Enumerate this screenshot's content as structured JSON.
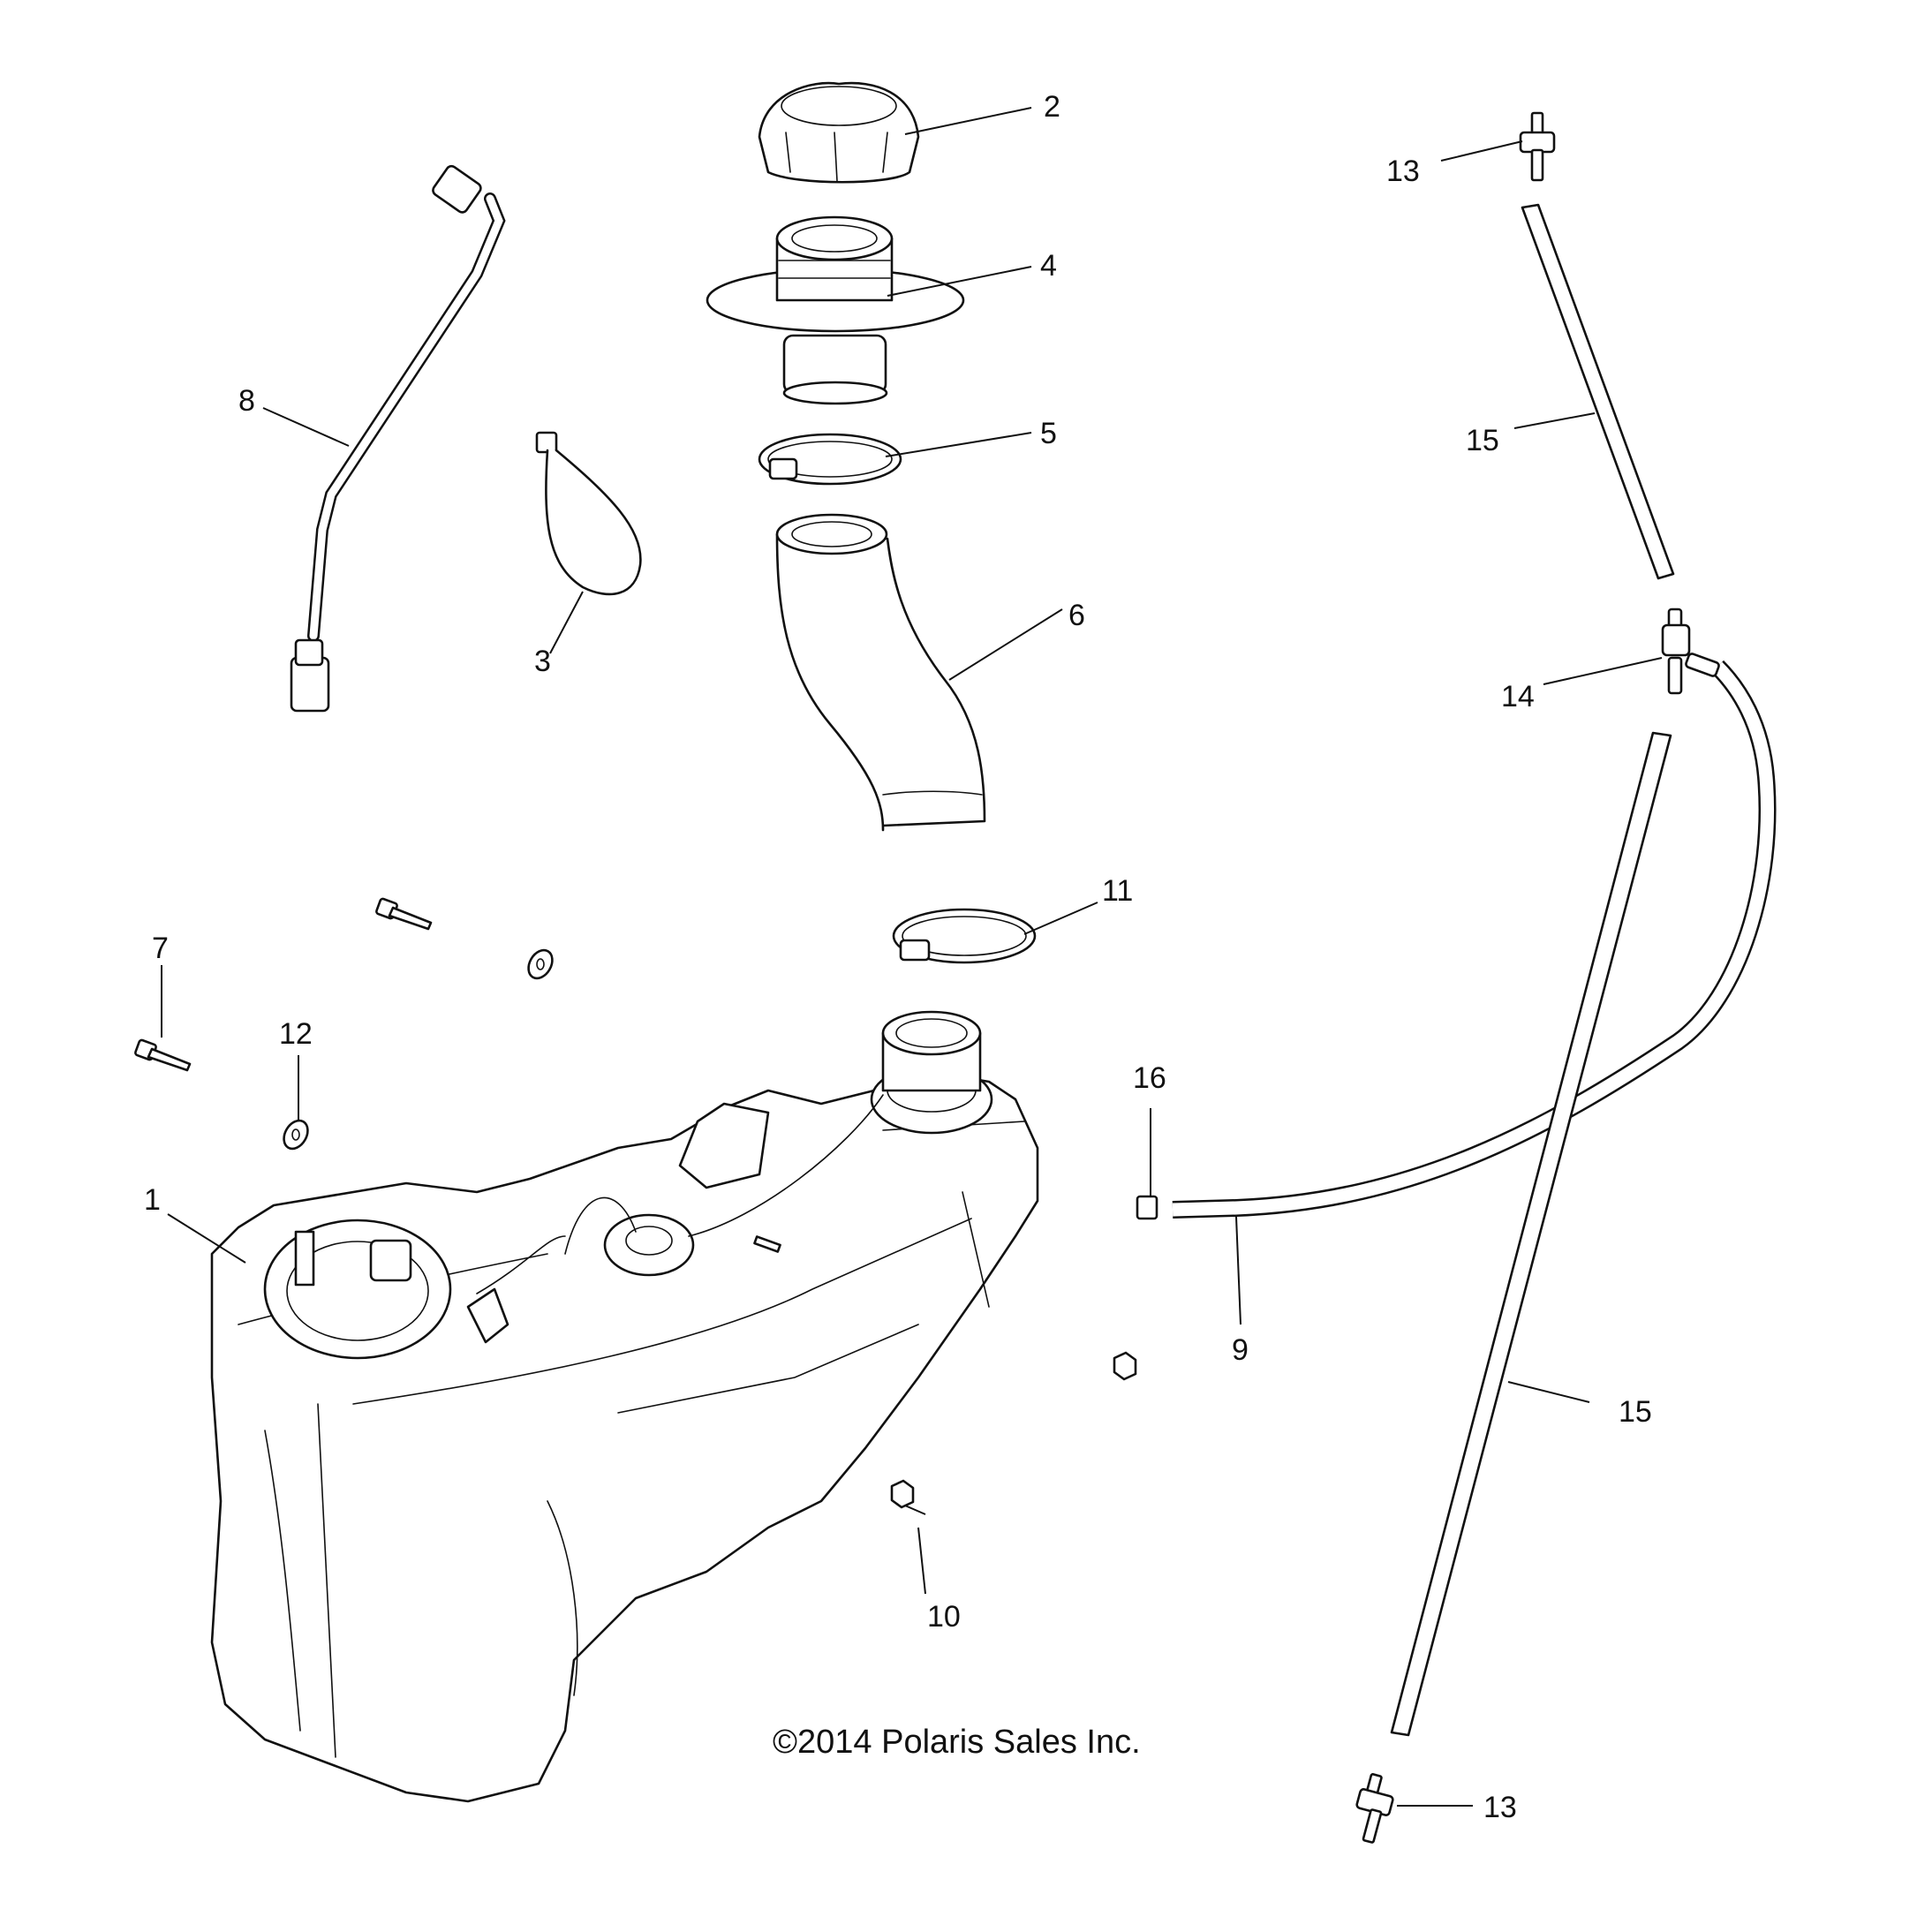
{
  "diagram": {
    "copyright": "©2014 Polaris Sales Inc.",
    "callouts": {
      "c1": "1",
      "c2": "2",
      "c3": "3",
      "c4": "4",
      "c5": "5",
      "c6": "6",
      "c7": "7",
      "c8": "8",
      "c9": "9",
      "c10": "10",
      "c11": "11",
      "c12": "12",
      "c13a": "13",
      "c13b": "13",
      "c14": "14",
      "c15a": "15",
      "c15b": "15",
      "c16": "16"
    },
    "colors": {
      "line": "#111111",
      "background": "#ffffff"
    }
  }
}
